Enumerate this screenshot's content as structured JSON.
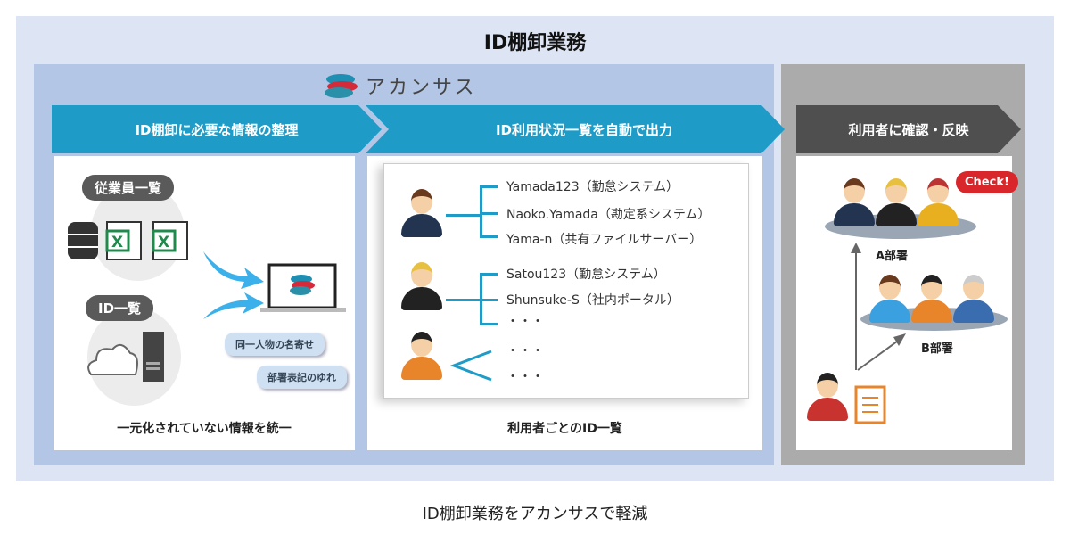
{
  "title": "ID棚卸業務",
  "brand": {
    "name": "アカンサス"
  },
  "steps": [
    {
      "label": "ID棚卸に必要な情報の整理"
    },
    {
      "label": "ID利用状況一覧を自動で出力"
    },
    {
      "label": "利用者に確認・反映"
    }
  ],
  "left": {
    "employee_list": "従業員一覧",
    "id_list": "ID一覧",
    "bubble1": "同一人物の名寄せ",
    "bubble2": "部署表記のゆれ",
    "caption": "一元化されていない情報を統一"
  },
  "middle": {
    "user1_ids": [
      "Yamada123（勤怠システム）",
      "Naoko.Yamada（勘定系システム）",
      "Yama-n（共有ファイルサーバー）"
    ],
    "user2_ids": [
      "Satou123（勤怠システム）",
      "Shunsuke-S（社内ポータル）",
      "・・・"
    ],
    "user3_ids": [
      "・・・",
      "・・・"
    ],
    "caption": "利用者ごとのID一覧"
  },
  "right": {
    "check": "Check!",
    "dept_a": "A部署",
    "dept_b": "B部署"
  },
  "footer": "ID棚卸業務をアカンサスで軽減",
  "colors": {
    "teal": "#1e9cc7",
    "blue_panel": "#b4c6e6",
    "outer": "#dde4f3",
    "gray_panel": "#ababab"
  }
}
